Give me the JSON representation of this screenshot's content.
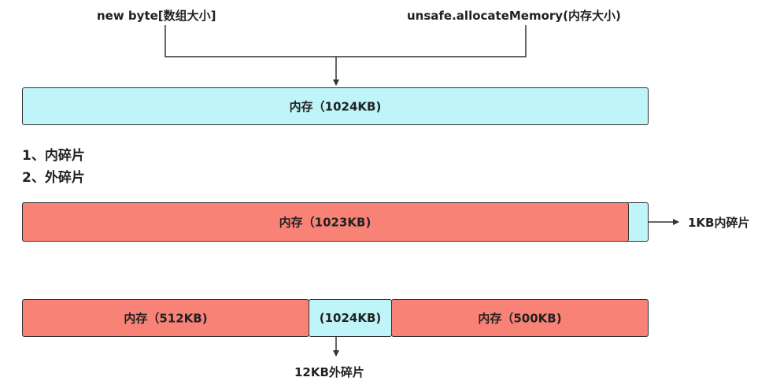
{
  "top_labels": {
    "left": "new byte[数组大小]",
    "right": "unsafe.allocateMemory(内存大小)"
  },
  "memory_box": {
    "label": "内存（1024KB)"
  },
  "list": {
    "item1": "1、内碎片",
    "item2": "2、外碎片"
  },
  "internal_example": {
    "used_label": "内存（1023KB)",
    "fragment_label": "1KB内碎片"
  },
  "external_example": {
    "seg1_label": "内存（512KB)",
    "seg2_label": "(1024KB)",
    "seg3_label": "内存（500KB)",
    "fragment_label": "12KB外碎片"
  },
  "colors": {
    "memory_fill": "#bff4f8",
    "used_fill": "#f98276",
    "stroke": "#333333"
  }
}
